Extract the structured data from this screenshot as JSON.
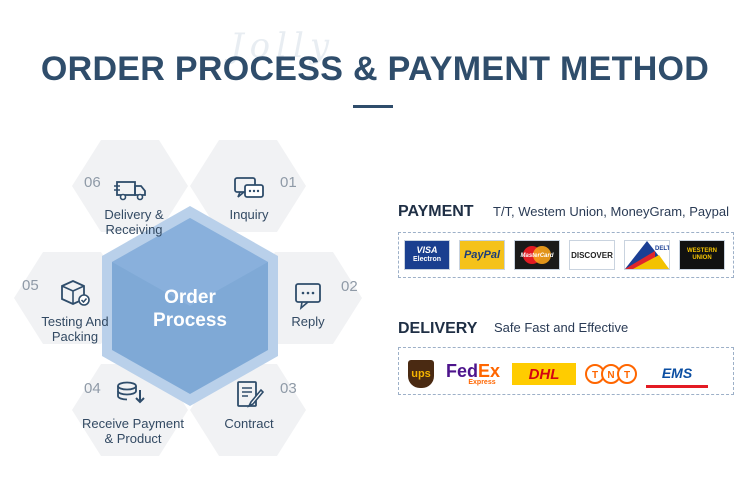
{
  "header": {
    "title": "ORDER PROCESS & PAYMENT METHOD",
    "watermark": "Jolly"
  },
  "process": {
    "center_line1": "Order",
    "center_line2": "Process",
    "steps": [
      {
        "num": "01",
        "label": "Inquiry",
        "icon": "chat-icon"
      },
      {
        "num": "02",
        "label": "Reply",
        "icon": "reply-icon"
      },
      {
        "num": "03",
        "label": "Contract",
        "icon": "contract-icon"
      },
      {
        "num": "04",
        "label": "Receive Payment\n& Product",
        "icon": "money-icon"
      },
      {
        "num": "05",
        "label": "Testing And\nPacking",
        "icon": "box-icon"
      },
      {
        "num": "06",
        "label": "Delivery &\nReceiving",
        "icon": "truck-icon"
      }
    ]
  },
  "payment": {
    "title": "PAYMENT",
    "text": "T/T, Westem Union, MoneyGram, Paypal",
    "cards": [
      {
        "label": "VISA\nElectron",
        "name": "visa-electron-logo"
      },
      {
        "label": "PayPal",
        "name": "paypal-logo"
      },
      {
        "label": "MasterCard",
        "name": "mastercard-logo"
      },
      {
        "label": "DISCOVER",
        "name": "discover-logo"
      },
      {
        "label": "DELTA",
        "name": "delta-logo"
      },
      {
        "label": "WESTERN UNION",
        "name": "western-union-logo"
      }
    ]
  },
  "delivery": {
    "title": "DELIVERY",
    "text": "Safe Fast and Effective",
    "couriers": [
      {
        "label": "ups",
        "name": "ups-logo"
      },
      {
        "label": "FedEx",
        "sub": "Express",
        "name": "fedex-logo"
      },
      {
        "label": "DHL",
        "name": "dhl-logo"
      },
      {
        "label": "TNT",
        "name": "tnt-logo"
      },
      {
        "label": "EMS",
        "name": "ems-logo"
      }
    ]
  },
  "colors": {
    "title": "#2f4d6b",
    "hex_outer": "#f1f2f4",
    "hex_center": "#7fa9d6",
    "hex_center_ring": "#b9d0ea"
  }
}
